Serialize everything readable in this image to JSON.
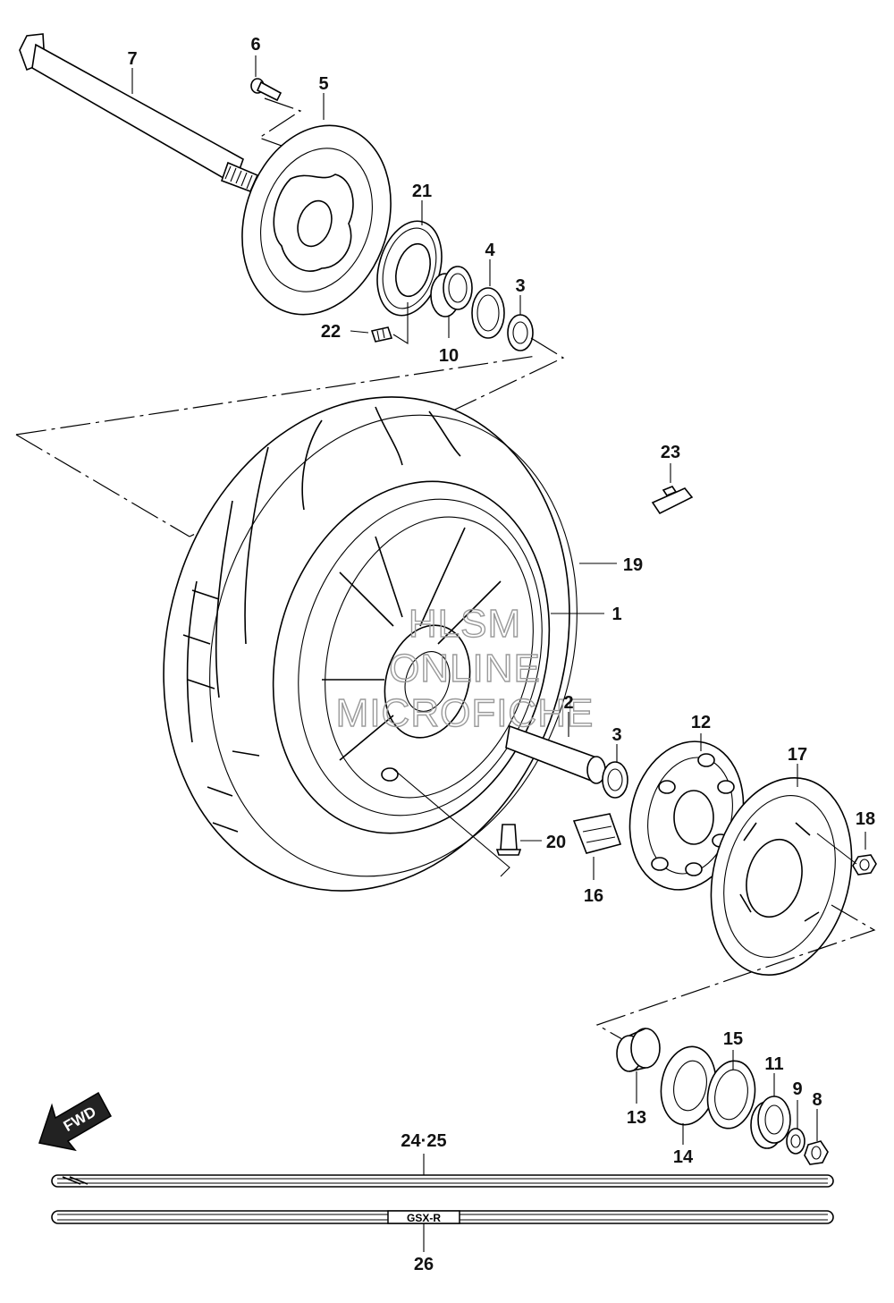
{
  "parts": [
    {
      "key": "p1",
      "label": "1"
    },
    {
      "key": "p2",
      "label": "2"
    },
    {
      "key": "p3a",
      "label": "3"
    },
    {
      "key": "p3b",
      "label": "3"
    },
    {
      "key": "p4",
      "label": "4"
    },
    {
      "key": "p5",
      "label": "5"
    },
    {
      "key": "p6",
      "label": "6"
    },
    {
      "key": "p7",
      "label": "7"
    },
    {
      "key": "p8",
      "label": "8"
    },
    {
      "key": "p9",
      "label": "9"
    },
    {
      "key": "p10",
      "label": "10"
    },
    {
      "key": "p11",
      "label": "11"
    },
    {
      "key": "p12",
      "label": "12"
    },
    {
      "key": "p13",
      "label": "13"
    },
    {
      "key": "p14",
      "label": "14"
    },
    {
      "key": "p15",
      "label": "15"
    },
    {
      "key": "p16",
      "label": "16"
    },
    {
      "key": "p17",
      "label": "17"
    },
    {
      "key": "p18",
      "label": "18"
    },
    {
      "key": "p19",
      "label": "19"
    },
    {
      "key": "p20",
      "label": "20"
    },
    {
      "key": "p21",
      "label": "21"
    },
    {
      "key": "p22",
      "label": "22"
    },
    {
      "key": "p23",
      "label": "23"
    },
    {
      "key": "p24",
      "label": "24·25"
    },
    {
      "key": "p26",
      "label": "26"
    }
  ],
  "watermark": [
    "HLSM",
    "ONLINE",
    "MICROFICHE"
  ],
  "fwd_arrow": {
    "label": "FWD",
    "icon": "fwd-arrow-icon"
  },
  "stripe_text": "GSX-R"
}
